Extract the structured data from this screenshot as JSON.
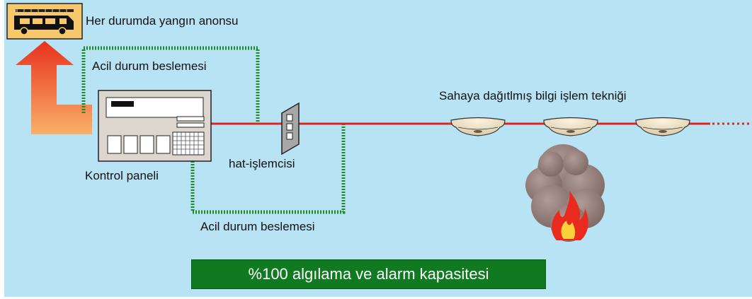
{
  "labels": {
    "fire_announcement": "Her durumda yangın anonsu",
    "emergency_supply_top": "Acil durum beslemesi",
    "emergency_supply_bottom": "Acil durum beslemesi",
    "control_panel": "Kontrol paneli",
    "line_processor": "hat-işlemcisi",
    "distributed_processing": "Sahaya dağıtlmış bilgi işlem tekniği"
  },
  "banner": {
    "text": "%100 algılama ve alarm kapasitesi"
  },
  "colors": {
    "background": "#b8e3f4",
    "loop_line": "#e0251b",
    "emergency_line": "#1f8a2a",
    "banner_bg": "#0f7a1f",
    "banner_text": "#ffffff",
    "arrow_top": "#e8321e",
    "arrow_bottom": "#f9b067"
  },
  "icons": [
    "fire-truck-icon",
    "alarm-arrow-icon",
    "control-panel-icon",
    "line-processor-icon",
    "smoke-detector-icon",
    "smoke-cloud-icon",
    "flame-icon"
  ]
}
